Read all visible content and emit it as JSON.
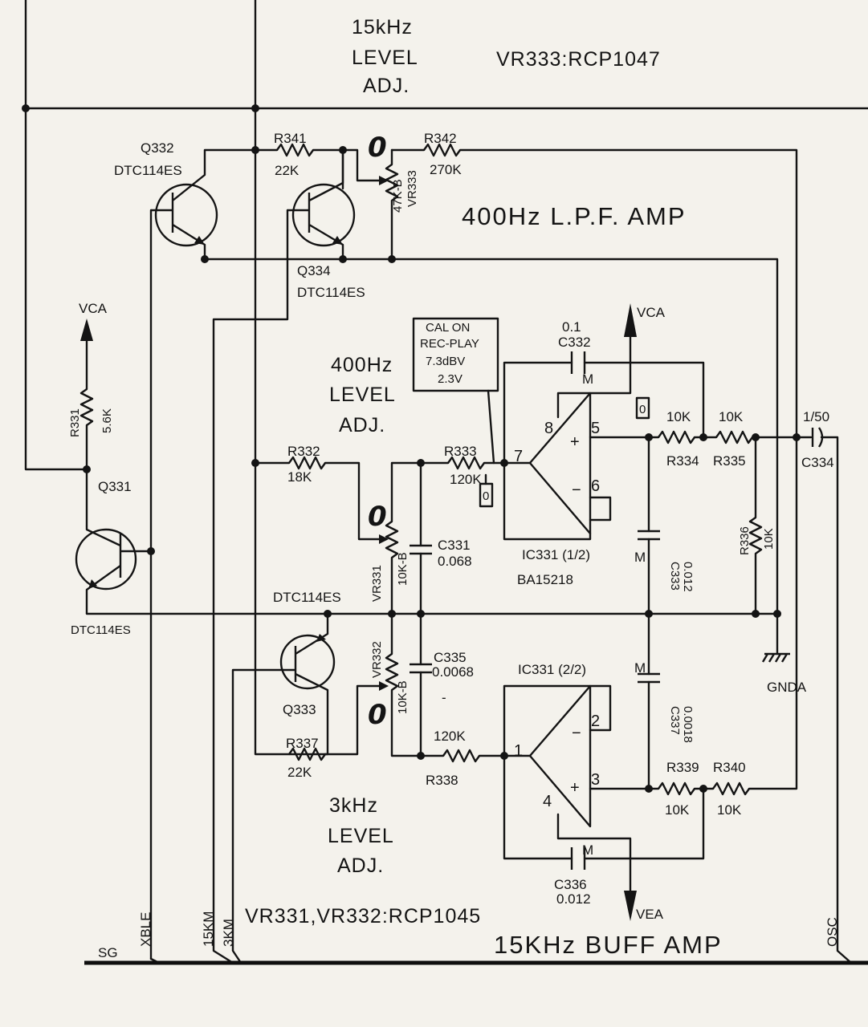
{
  "titles": {
    "lpf_amp": "400Hz L.P.F. AMP",
    "buff_amp": "15KHz BUFF AMP"
  },
  "adjust_labels": {
    "adj_15k": [
      "15kHz",
      "LEVEL",
      "ADJ."
    ],
    "adj_400": [
      "400Hz",
      "LEVEL",
      "ADJ."
    ],
    "adj_3k": [
      "3kHz",
      "LEVEL",
      "ADJ."
    ]
  },
  "part_notes": {
    "vr333": "VR333:RCP1047",
    "vr331_332": "VR331,VR332:RCP1045"
  },
  "cal_box": [
    "CAL ON",
    "REC-PLAY",
    "7.3dBV",
    "2.3V"
  ],
  "test_point_zero": "0",
  "test_point_box": "0",
  "transistors": {
    "q332": {
      "ref": "Q332",
      "type": "DTC114ES"
    },
    "q334": {
      "ref": "Q334",
      "type": "DTC114ES"
    },
    "q331": {
      "ref": "Q331",
      "type": "DTC114ES"
    },
    "q333": {
      "ref": "Q333",
      "type": "DTC114ES"
    }
  },
  "resistors": {
    "r341": {
      "ref": "R341",
      "value": "22K"
    },
    "r342": {
      "ref": "R342",
      "value": "270K"
    },
    "r331": {
      "ref": "R331",
      "value": "5.6K"
    },
    "r332": {
      "ref": "R332",
      "value": "18K"
    },
    "r333": {
      "ref": "R333",
      "value": "120K"
    },
    "r334": {
      "ref": "R334",
      "value": "10K"
    },
    "r335": {
      "ref": "R335",
      "value": "10K"
    },
    "r336": {
      "ref": "R336",
      "value": "10K"
    },
    "r337": {
      "ref": "R337",
      "value": "22K"
    },
    "r338": {
      "ref": "R338",
      "value": "120K"
    },
    "r339": {
      "ref": "R339",
      "value": "10K"
    },
    "r340": {
      "ref": "R340",
      "value": "10K"
    }
  },
  "pots": {
    "vr333": {
      "ref": "VR333",
      "value": "47K-B"
    },
    "vr331": {
      "ref": "VR331",
      "value": "10K-B"
    },
    "vr332": {
      "ref": "VR332",
      "value": "10K-B"
    }
  },
  "capacitors": {
    "c331": {
      "ref": "C331",
      "value": "0.068"
    },
    "c332": {
      "ref": "C332",
      "value": "0.1"
    },
    "c333": {
      "ref": "C333",
      "value": "0.012"
    },
    "c334": {
      "ref": "C334",
      "value": "1/50"
    },
    "c335": {
      "ref": "C335",
      "value": "0.0068"
    },
    "c336": {
      "ref": "C336",
      "value": "0.012"
    },
    "c337": {
      "ref": "C337",
      "value": "0.0018"
    },
    "mylar_mark": "M"
  },
  "ics": {
    "ic331a": {
      "ref": "IC331 (1/2)",
      "part": "BA15218",
      "pins": {
        "out": "7",
        "vplus": "8",
        "inp": "5",
        "inn": "6",
        "plus": "+",
        "minus": "−"
      }
    },
    "ic331b": {
      "ref": "IC331 (2/2)",
      "pins": {
        "out": "1",
        "vminus": "4",
        "inp": "3",
        "inn": "2",
        "plus": "+",
        "minus": "−"
      }
    }
  },
  "rails": {
    "vca": "VCA",
    "vea": "VEA",
    "gnda": "GNDA"
  },
  "bus_lines": {
    "sg": "SG",
    "xble": "XBLE",
    "km15": "15KM",
    "km3": "3KM",
    "osc": "OSC"
  },
  "dash": "-"
}
